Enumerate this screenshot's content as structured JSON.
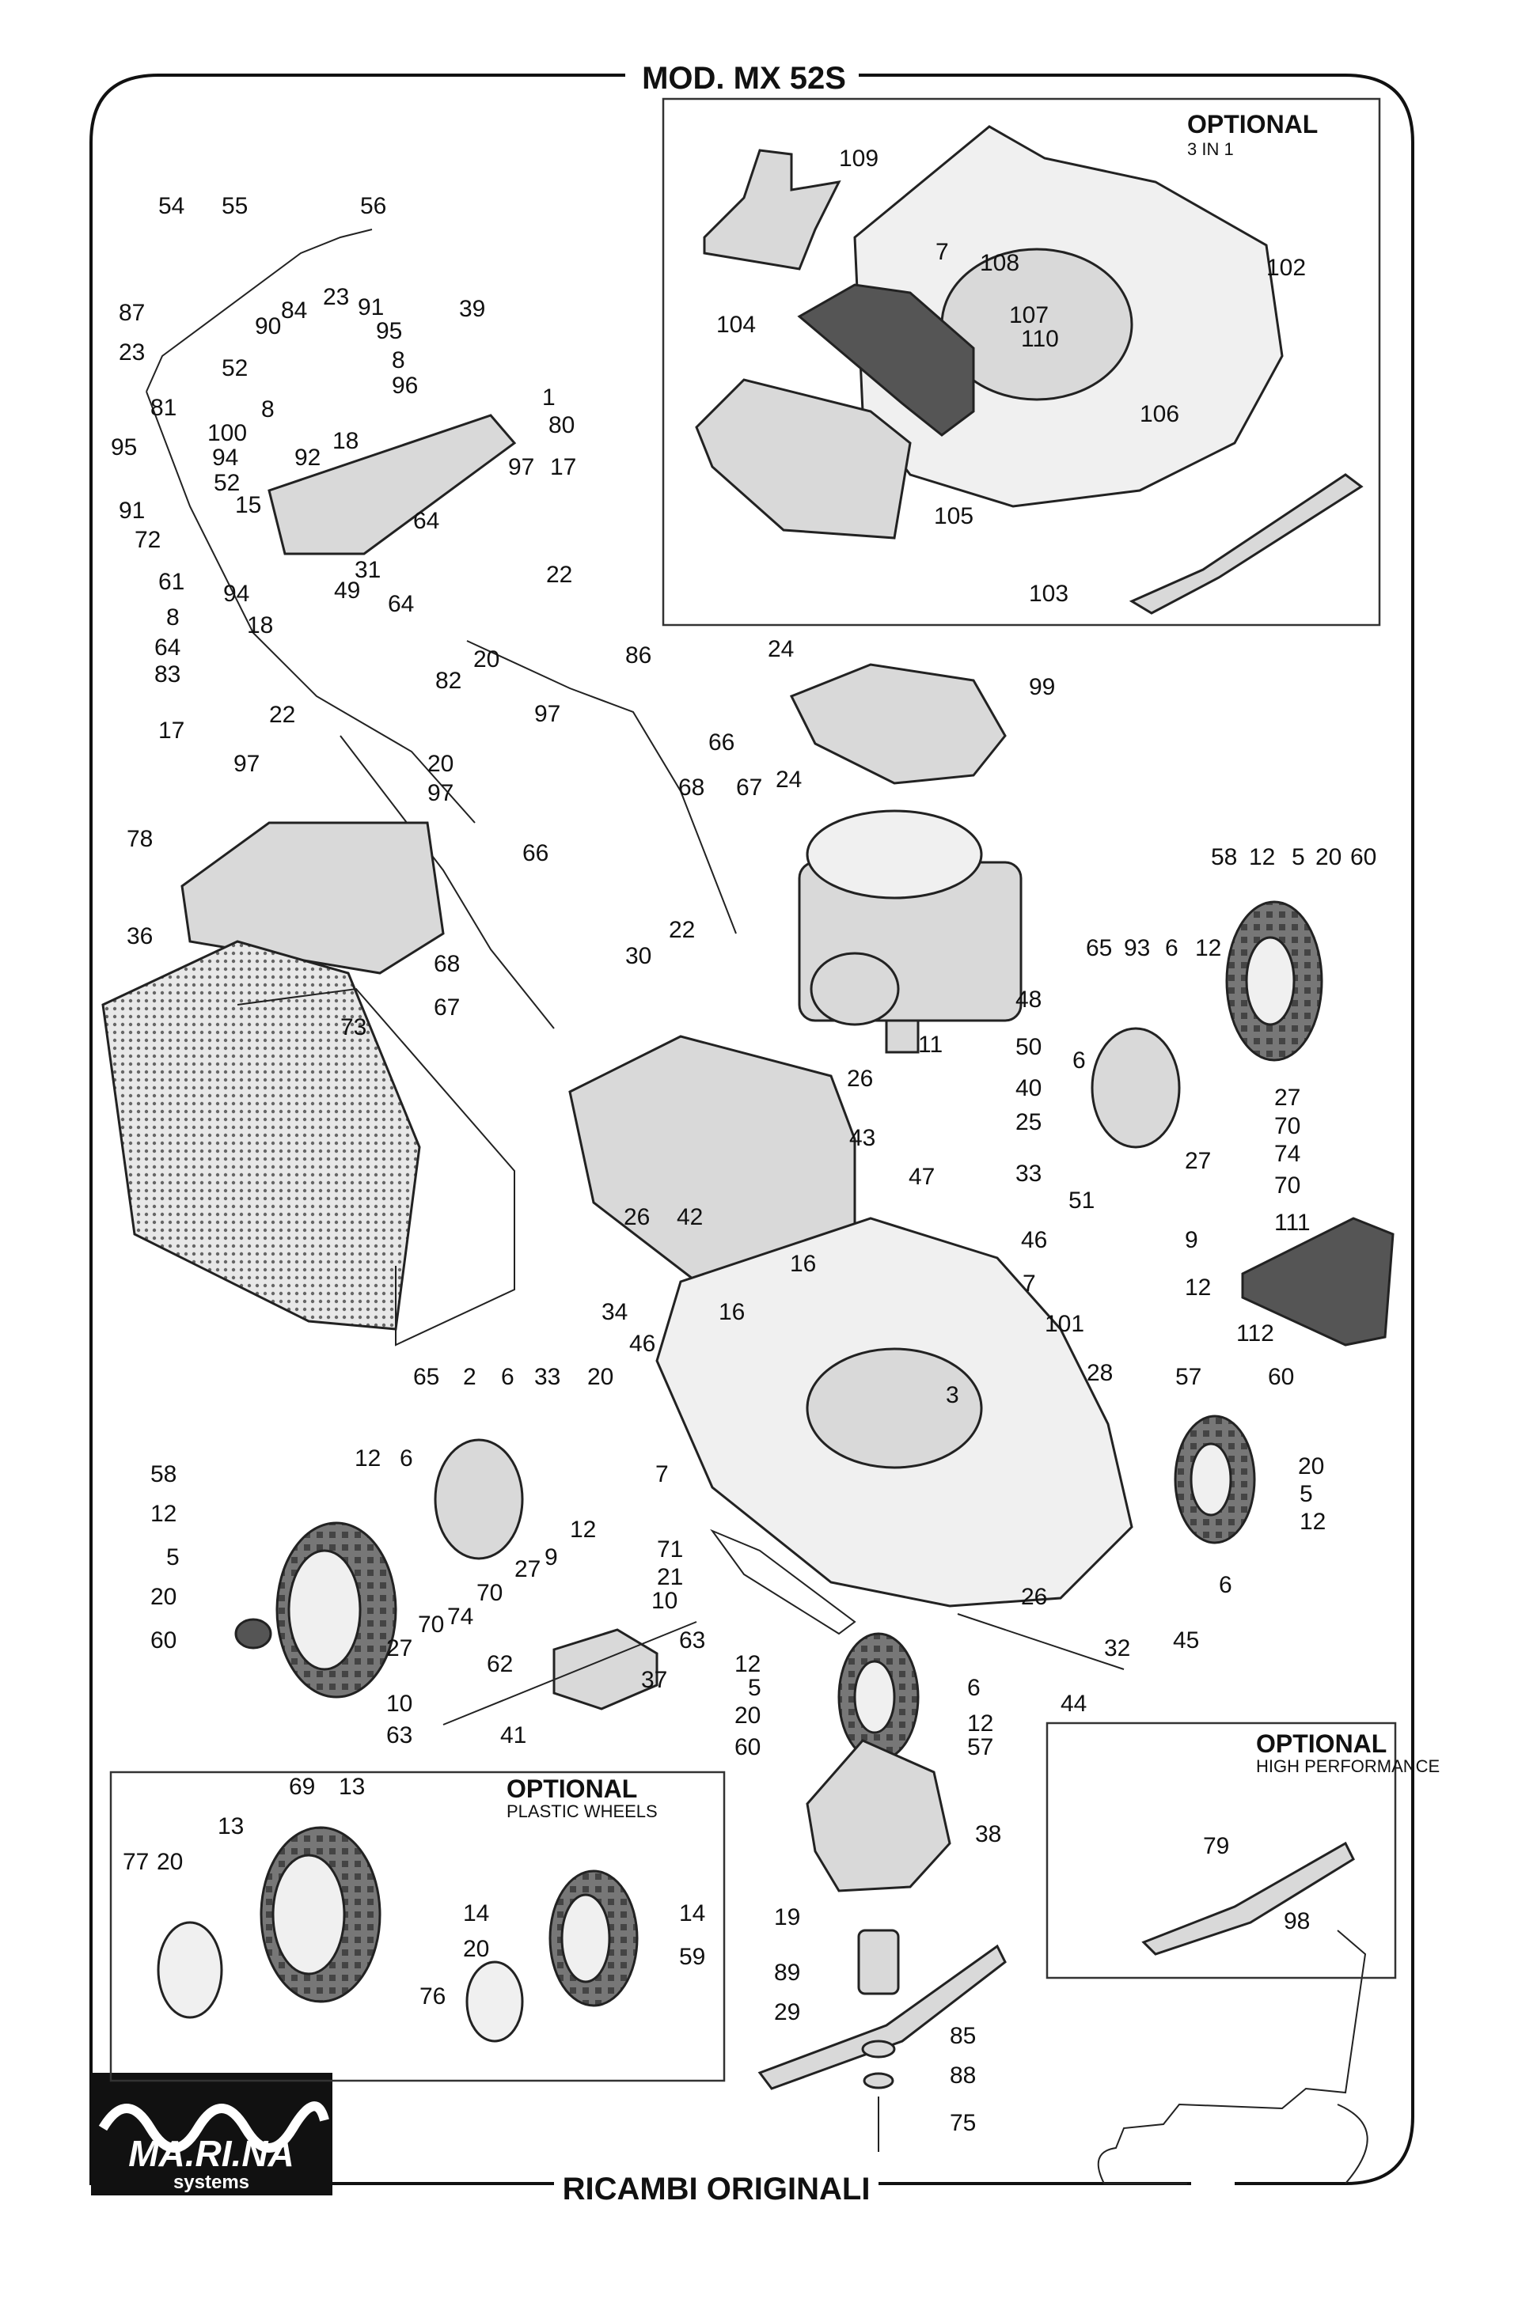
{
  "header": {
    "title": "MOD. MX 52S",
    "footer": "RICAMBI ORIGINALI"
  },
  "logo": {
    "name": "MA.RI.NA",
    "sub": "systems"
  },
  "optional_boxes": [
    {
      "title": "OPTIONAL",
      "subtitle": "3 IN 1"
    },
    {
      "title": "OPTIONAL",
      "subtitle": "HIGH PERFORMANCE"
    },
    {
      "title": "OPTIONAL",
      "subtitle": "PLASTIC WHEELS"
    }
  ],
  "callouts": [
    "109",
    "102",
    "7",
    "108",
    "107",
    "110",
    "104",
    "106",
    "105",
    "103",
    "54",
    "55",
    "56",
    "87",
    "23",
    "90",
    "84",
    "23",
    "91",
    "95",
    "39",
    "52",
    "8",
    "96",
    "81",
    "8",
    "100",
    "18",
    "1",
    "80",
    "95",
    "94",
    "92",
    "52",
    "15",
    "97",
    "17",
    "91",
    "72",
    "61",
    "94",
    "31",
    "49",
    "64",
    "22",
    "8",
    "64",
    "64",
    "18",
    "83",
    "20",
    "97",
    "86",
    "82",
    "22",
    "17",
    "97",
    "20",
    "97",
    "66",
    "24",
    "99",
    "24",
    "68",
    "67",
    "78",
    "66",
    "36",
    "22",
    "68",
    "67",
    "73",
    "30",
    "58",
    "12",
    "5",
    "20",
    "60",
    "48",
    "65",
    "93",
    "6",
    "12",
    "50",
    "6",
    "11",
    "40",
    "25",
    "27",
    "70",
    "74",
    "70",
    "27",
    "26",
    "43",
    "33",
    "51",
    "9",
    "26",
    "42",
    "47",
    "16",
    "46",
    "12",
    "111",
    "16",
    "7",
    "101",
    "112",
    "34",
    "46",
    "3",
    "28",
    "65",
    "2",
    "6",
    "33",
    "20",
    "57",
    "60",
    "7",
    "58",
    "12",
    "6",
    "12",
    "20",
    "12",
    "5",
    "27",
    "9",
    "70",
    "12",
    "71",
    "21",
    "5",
    "10",
    "74",
    "20",
    "70",
    "27",
    "60",
    "62",
    "63",
    "37",
    "26",
    "32",
    "6",
    "45",
    "12",
    "5",
    "6",
    "10",
    "63",
    "41",
    "44",
    "20",
    "12",
    "60",
    "57",
    "69",
    "13",
    "13",
    "77",
    "20",
    "38",
    "79",
    "98",
    "14",
    "14",
    "20",
    "59",
    "76",
    "19",
    "89",
    "85",
    "29",
    "88",
    "75"
  ]
}
